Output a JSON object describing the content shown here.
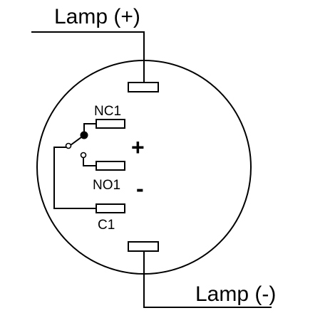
{
  "labels": {
    "lamp_plus": "Lamp (+)",
    "lamp_minus": "Lamp (-)",
    "nc1": "NC1",
    "no1": "NO1",
    "c1": "C1",
    "plus_sign": "+",
    "minus_sign": "-"
  },
  "colors": {
    "line": "#000000",
    "background": "#ffffff"
  }
}
